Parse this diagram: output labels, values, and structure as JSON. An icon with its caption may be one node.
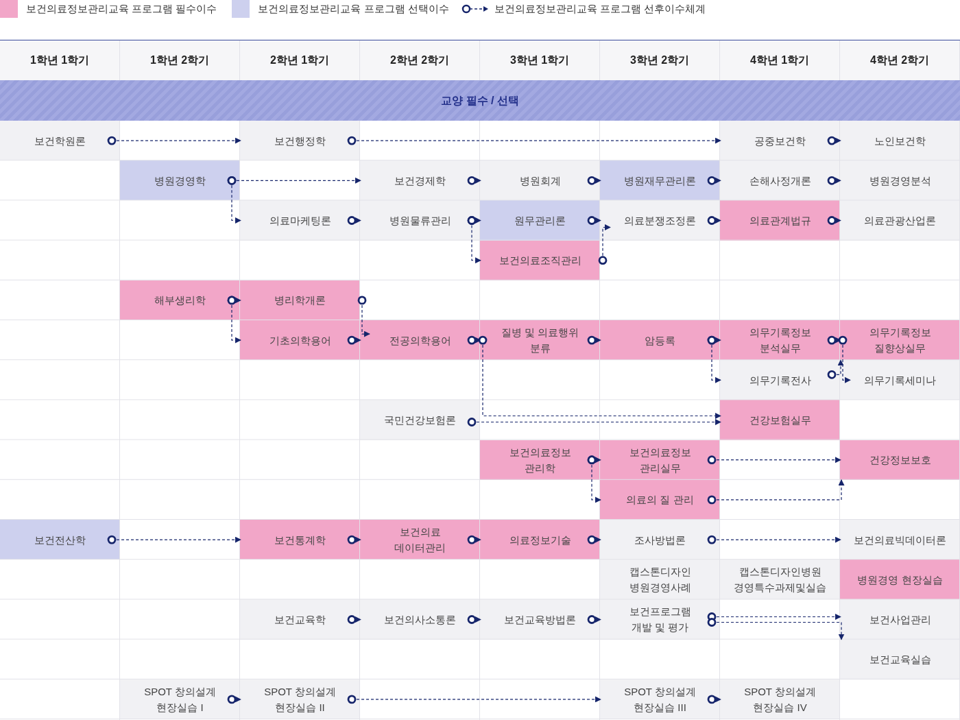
{
  "diagram": {
    "nodes": [
      {
        "text": [
          "교양 필수 / 선택"
        ]
      },
      {
        "text": [
          "보건학원론"
        ]
      },
      {
        "text": [
          "보건행정학"
        ]
      },
      {
        "text": [
          "공중보건학"
        ]
      },
      {
        "text": [
          "노인보건학"
        ]
      },
      {
        "text": [
          "병원경영학"
        ]
      },
      {
        "text": [
          "보건경제학"
        ]
      },
      {
        "text": [
          "병원회계"
        ]
      },
      {
        "text": [
          "병원재무관리론"
        ]
      },
      {
        "text": [
          "손해사정개론"
        ]
      },
      {
        "text": [
          "병원경영분석"
        ]
      },
      {
        "text": [
          "의료마케팅론"
        ]
      },
      {
        "text": [
          "병원물류관리"
        ]
      },
      {
        "text": [
          "원무관리론"
        ]
      },
      {
        "text": [
          "의료분쟁조정론"
        ]
      },
      {
        "text": [
          "의료관계법규"
        ]
      },
      {
        "text": [
          "의료관광산업론"
        ]
      },
      {
        "text": [
          "보건의료조직관리"
        ]
      },
      {
        "text": [
          "해부생리학"
        ]
      },
      {
        "text": [
          "병리학개론"
        ]
      },
      {
        "text": [
          "기초의학용어"
        ]
      },
      {
        "text": [
          "전공의학용어"
        ]
      },
      {
        "text": [
          "질병 및 의료행위 분류"
        ]
      },
      {
        "text": [
          "암등록"
        ]
      },
      {
        "text": [
          "의무기록정보 분석실무"
        ]
      },
      {
        "text": [
          "의무기록정보 질향상실무"
        ]
      },
      {
        "text": [
          "의무기록전사"
        ]
      },
      {
        "text": [
          "의무기록세미나"
        ]
      },
      {
        "text": [
          "국민건강보험론"
        ]
      },
      {
        "text": [
          "건강보험실무"
        ]
      },
      {
        "text": [
          "보건의료정보 관리학"
        ]
      },
      {
        "text": [
          "보건의료정보 관리실무"
        ]
      },
      {
        "text": [
          "건강정보보호"
        ]
      },
      {
        "text": [
          "의료의 질 관리"
        ]
      },
      {
        "text": [
          "보건전산학"
        ]
      },
      {
        "text": [
          "보건통계학"
        ]
      },
      {
        "text": [
          "보건의료 데이터관리"
        ]
      },
      {
        "text": [
          "의료정보기술"
        ]
      },
      {
        "text": [
          "조사방법론"
        ]
      },
      {
        "text": [
          "보건의료빅데이터론"
        ]
      },
      {
        "text": [
          "캡스톤디자인 병원경영사례"
        ]
      },
      {
        "text": [
          "캡스톤디자인병원 경영특수과제및실습"
        ]
      },
      {
        "text": [
          "병원경영 현장실습"
        ]
      },
      {
        "text": [
          "보건교육학"
        ]
      },
      {
        "text": [
          "보건의사소통론"
        ]
      },
      {
        "text": [
          "보건교육방법론"
        ]
      },
      {
        "text": [
          "보건프로그램 개발 및 평가"
        ]
      },
      {
        "text": [
          "보건사업관리"
        ]
      },
      {
        "text": [
          "보건교육실습"
        ]
      },
      {
        "text": [
          "SPOT 창의설계 현장실습 I"
        ]
      },
      {
        "text": [
          "SPOT 창의설계 현장실습 II"
        ]
      },
      {
        "text": [
          "SPOT 창의설계 현장실습 III"
        ]
      },
      {
        "text": [
          "SPOT 창의설계 현장실습 IV"
        ]
      }
    ],
    "edges": [
      {
        "from": 1,
        "to": 2,
        "arrow": "to"
      },
      {
        "from": 2,
        "to": 3,
        "arrow": "to"
      },
      {
        "from": 3,
        "to": 4,
        "arrow": "to"
      },
      {
        "from": 5,
        "to": 6,
        "arrow": "to"
      },
      {
        "from": 5,
        "to": 11,
        "arrow": "to"
      },
      {
        "from": 6,
        "to": 7,
        "arrow": "to"
      },
      {
        "from": 7,
        "to": 8,
        "arrow": "to"
      },
      {
        "from": 8,
        "to": 9,
        "arrow": "to"
      },
      {
        "from": 9,
        "to": 10,
        "arrow": "to"
      },
      {
        "from": 11,
        "to": 12,
        "arrow": "to"
      },
      {
        "from": 12,
        "to": 13,
        "arrow": "to"
      },
      {
        "from": 12,
        "to": 17,
        "arrow": "to"
      },
      {
        "from": 13,
        "to": 14,
        "arrow": "to"
      },
      {
        "from": 17,
        "to": 14,
        "arrow": "to"
      },
      {
        "from": 14,
        "to": 15,
        "arrow": "to"
      },
      {
        "from": 15,
        "to": 16,
        "arrow": "to"
      },
      {
        "from": 18,
        "to": 19,
        "arrow": "to"
      },
      {
        "from": 18,
        "to": 20,
        "arrow": "to"
      },
      {
        "from": 19,
        "to": 21,
        "arrow": "to"
      },
      {
        "from": 20,
        "to": 21,
        "arrow": "to"
      },
      {
        "from": 21,
        "to": 22,
        "arrow": "to"
      },
      {
        "from": 21,
        "to": 29,
        "arrow": "to"
      },
      {
        "from": 22,
        "to": 23,
        "arrow": "to"
      },
      {
        "from": 23,
        "to": 24,
        "arrow": "to"
      },
      {
        "from": 23,
        "to": 26,
        "arrow": "to"
      },
      {
        "from": 24,
        "to": 25,
        "arrow": "to"
      },
      {
        "from": 24,
        "to": 27,
        "arrow": "to"
      },
      {
        "from": 26,
        "to": 25,
        "arrow": "to"
      },
      {
        "from": 28,
        "to": 29,
        "arrow": "to"
      },
      {
        "from": 30,
        "to": 31,
        "arrow": "to"
      },
      {
        "from": 30,
        "to": 33,
        "arrow": "to"
      },
      {
        "from": 31,
        "to": 32,
        "arrow": "to"
      },
      {
        "from": 33,
        "to": 32,
        "arrow": "to"
      },
      {
        "from": 34,
        "to": 35,
        "arrow": "to"
      },
      {
        "from": 35,
        "to": 36,
        "arrow": "to"
      },
      {
        "from": 36,
        "to": 37,
        "arrow": "to"
      },
      {
        "from": 37,
        "to": 38,
        "arrow": "to"
      },
      {
        "from": 38,
        "to": 39,
        "arrow": "to"
      },
      {
        "from": 43,
        "to": 44,
        "arrow": "to"
      },
      {
        "from": 44,
        "to": 45,
        "arrow": "to"
      },
      {
        "from": 45,
        "to": 46,
        "arrow": "to"
      },
      {
        "from": 46,
        "to": 47,
        "arrow": "to"
      },
      {
        "from": 46,
        "to": 48,
        "arrow": "to"
      },
      {
        "from": 49,
        "to": 50,
        "arrow": "to"
      },
      {
        "from": 50,
        "to": 51,
        "arrow": "to"
      },
      {
        "from": 51,
        "to": 52,
        "arrow": "to"
      }
    ],
    "labels": [
      "1학년 1학기",
      "1학년 2학기",
      "2학년 1학기",
      "2학년 2학기",
      "3학년 1학기",
      "3학년 2학기",
      "4학년 1학기",
      "4학년 2학기"
    ],
    "legend": [
      {
        "text": "보건의료정보관리교육 프로그램 필수이수",
        "color": "#f2a6c8"
      },
      {
        "text": "보건의료정보관리교육 프로그램 선택이수",
        "color": "#cdd0ee"
      },
      {
        "text": "보건의료정보관리교육 프로그램 선후이수체계"
      }
    ]
  }
}
